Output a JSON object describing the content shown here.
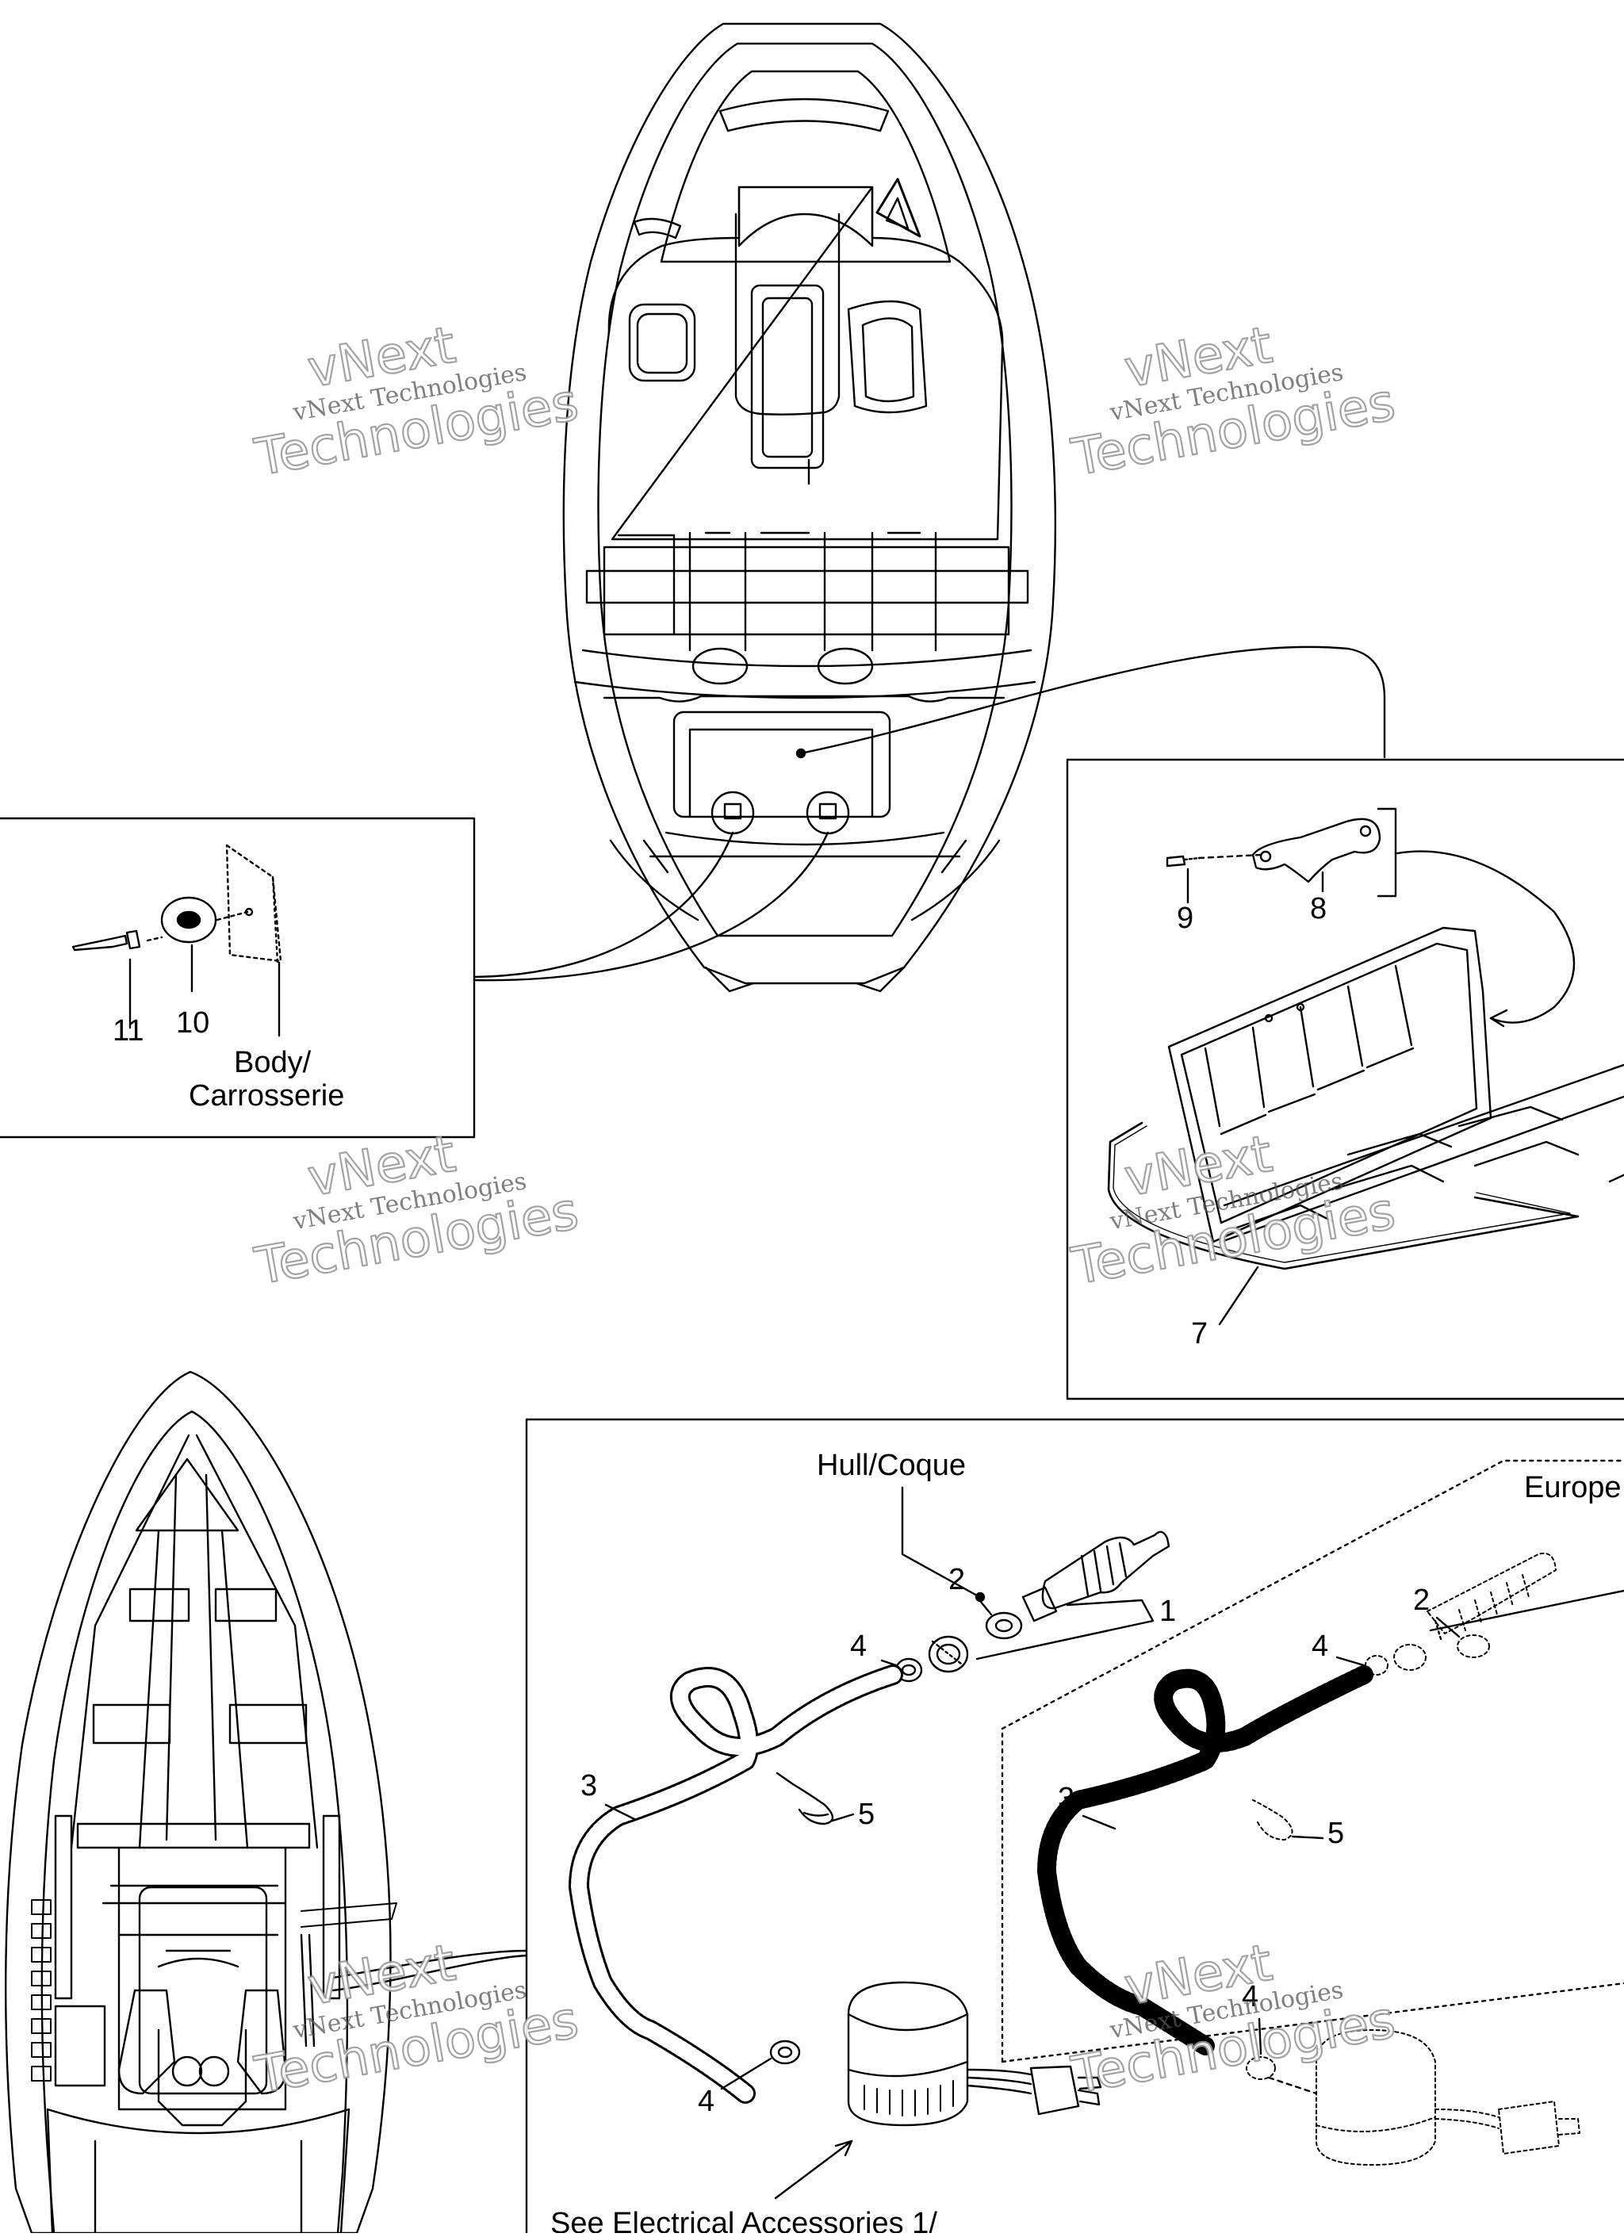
{
  "watermark": {
    "line1": "vNext",
    "line2": "vNext Technologies",
    "line3": "Technologies"
  },
  "top_left_box": {
    "labels": [
      "11",
      "10"
    ],
    "body": "Body/",
    "carrosserie": "Carrosserie"
  },
  "right_box": {
    "labels": [
      "9",
      "8",
      "7"
    ]
  },
  "bottom_box": {
    "hull": "Hull/Coque",
    "europe": "Europe",
    "see_electrical": "See Electrical Accessories 1/",
    "main_labels": [
      "2",
      "1",
      "4",
      "3",
      "5",
      "4"
    ],
    "europe_labels": [
      "2",
      "4",
      "3",
      "5",
      "4"
    ]
  }
}
